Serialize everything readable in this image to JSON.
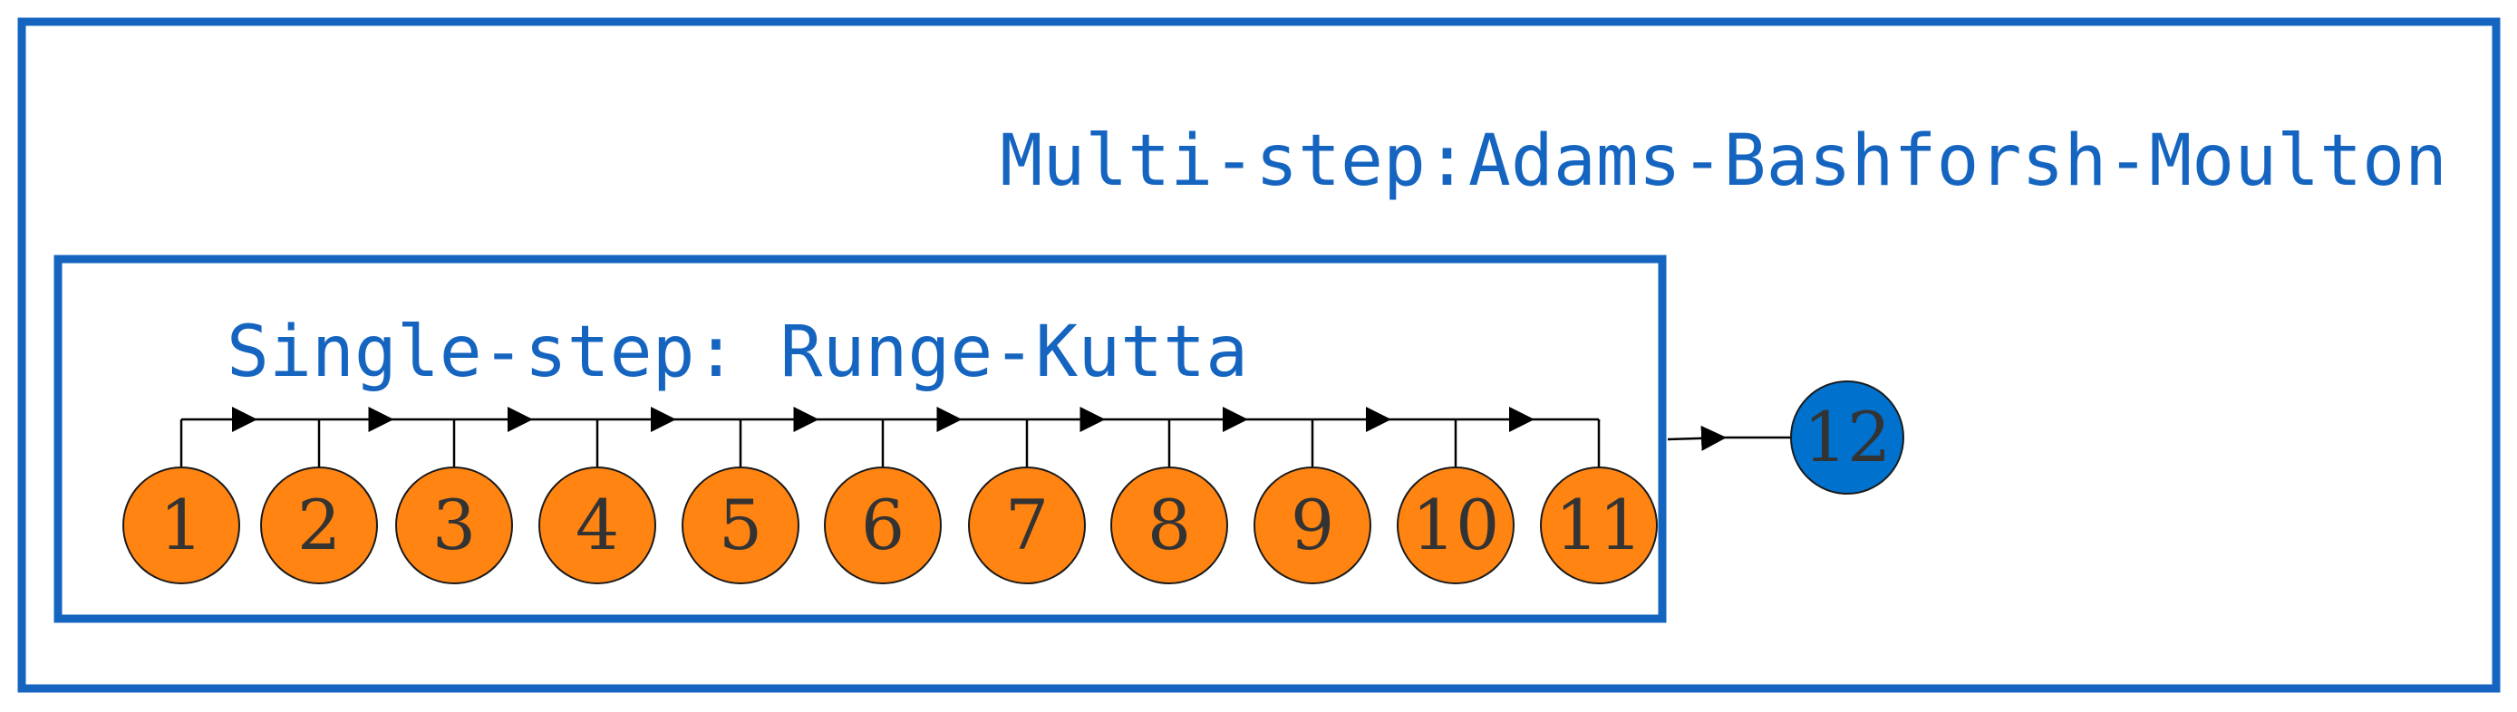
{
  "colors": {
    "frame": "#1565c0",
    "label": "#1565c0",
    "single_node": "#ff8412",
    "multi_node": "#0071cc",
    "node_stroke": "#1a1a1a",
    "arrow": "#000000"
  },
  "multi_step": {
    "label": "Multi-step:Adams-Bashforsh-Moulton"
  },
  "single_step": {
    "label": "Single-step: Runge-Kutta"
  },
  "nodes": [
    {
      "label": "1",
      "group": "single"
    },
    {
      "label": "2",
      "group": "single"
    },
    {
      "label": "3",
      "group": "single"
    },
    {
      "label": "4",
      "group": "single"
    },
    {
      "label": "5",
      "group": "single"
    },
    {
      "label": "6",
      "group": "single"
    },
    {
      "label": "7",
      "group": "single"
    },
    {
      "label": "8",
      "group": "single"
    },
    {
      "label": "9",
      "group": "single"
    },
    {
      "label": "10",
      "group": "single"
    },
    {
      "label": "11",
      "group": "single"
    },
    {
      "label": "12",
      "group": "multi"
    }
  ]
}
